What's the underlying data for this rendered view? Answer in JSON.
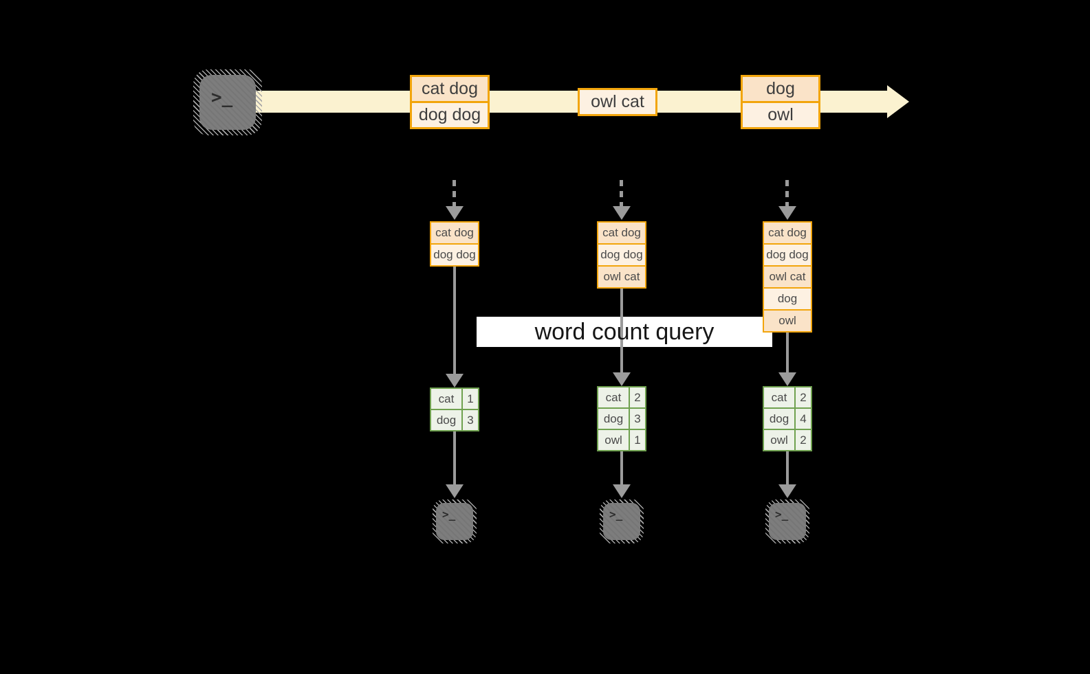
{
  "query": {
    "label": "word count query"
  },
  "stream": {
    "batches": [
      {
        "rows": [
          "cat dog",
          "dog dog"
        ]
      },
      {
        "rows": [
          "owl cat"
        ]
      },
      {
        "rows": [
          "dog",
          "owl"
        ]
      }
    ]
  },
  "columns": [
    {
      "state_rows": [
        "cat dog",
        "dog dog"
      ],
      "counts": [
        {
          "word": "cat",
          "count": "1"
        },
        {
          "word": "dog",
          "count": "3"
        }
      ]
    },
    {
      "state_rows": [
        "cat dog",
        "dog dog",
        "owl cat"
      ],
      "counts": [
        {
          "word": "cat",
          "count": "2"
        },
        {
          "word": "dog",
          "count": "3"
        },
        {
          "word": "owl",
          "count": "1"
        }
      ]
    },
    {
      "state_rows": [
        "cat dog",
        "dog dog",
        "owl cat",
        "dog",
        "owl"
      ],
      "counts": [
        {
          "word": "cat",
          "count": "2"
        },
        {
          "word": "dog",
          "count": "4"
        },
        {
          "word": "owl",
          "count": "2"
        }
      ]
    }
  ],
  "icons": {
    "prompt_glyph": ">_"
  },
  "colors": {
    "background": "#000000",
    "stream_band": "#fbf2d0",
    "orange_border": "#f2a50c",
    "peach_fill": "#fae3c8",
    "cream_fill": "#fdf1e2",
    "green_border": "#6fa14f",
    "green_fill": "#edf2e8",
    "arrow_gray": "#9b9b9b",
    "terminal_gray": "#7d7d7d",
    "label_background": "#ffffff"
  }
}
